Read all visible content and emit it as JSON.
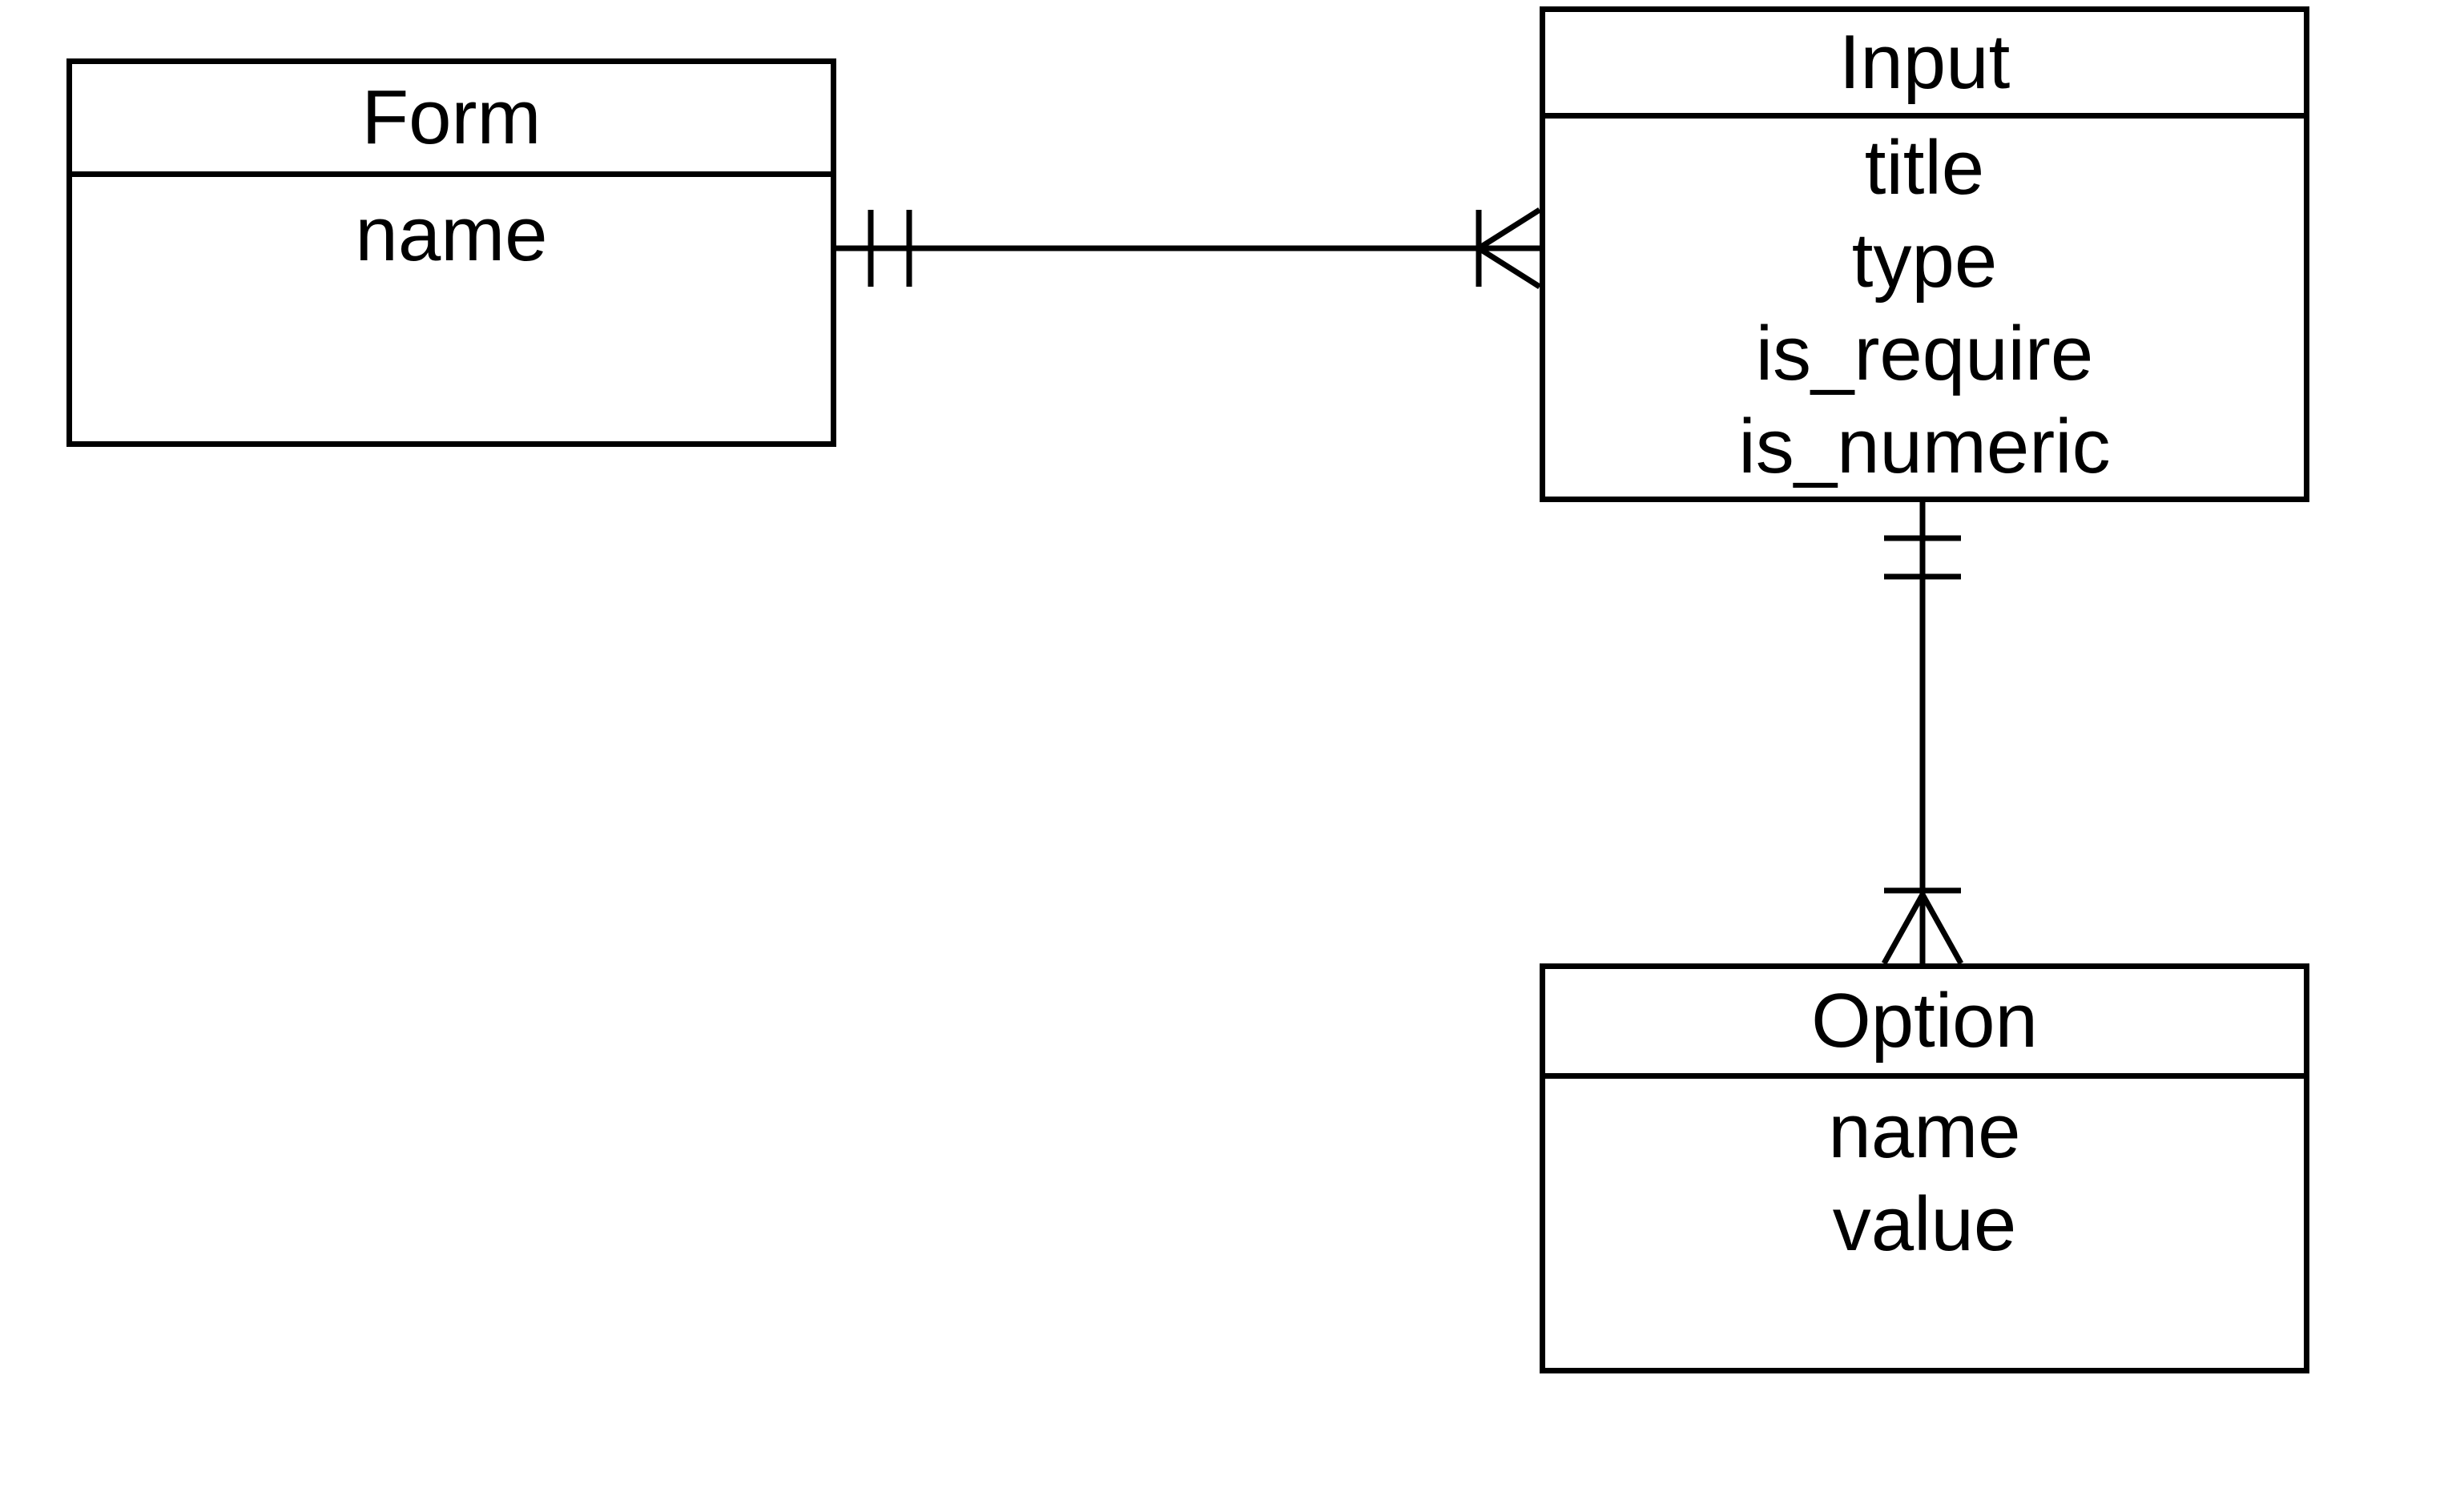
{
  "diagram": {
    "kind": "entity-relationship-diagram",
    "background_color": "#ffffff",
    "line_color": "#000000",
    "text_color": "#000000",
    "entities": [
      {
        "id": "form",
        "title": "Form",
        "attributes": [
          "name"
        ]
      },
      {
        "id": "input",
        "title": "Input",
        "attributes": [
          "title",
          "type",
          "is_require",
          "is_numeric"
        ]
      },
      {
        "id": "option",
        "title": "Option",
        "attributes": [
          "name",
          "value"
        ]
      }
    ],
    "relationships": [
      {
        "from": "Form",
        "to": "Input",
        "orientation": "horizontal",
        "from_cardinality": "exactly-one (double tick)",
        "to_cardinality": "one-or-many (tick + crow's foot)"
      },
      {
        "from": "Input",
        "to": "Option",
        "orientation": "vertical",
        "from_cardinality": "exactly-one (double tick)",
        "to_cardinality": "one-or-many (tick + crow's foot)"
      }
    ]
  }
}
